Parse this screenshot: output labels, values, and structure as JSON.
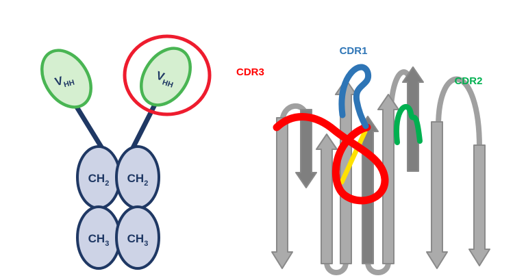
{
  "colors": {
    "navy": "#1f3864",
    "vhh_fill": "#d5efd0",
    "ch_fill": "#cdd3e6",
    "highlight_red": "#ee1c2e",
    "cdr1": "#2e75b6",
    "cdr2": "#00b050",
    "cdr3": "#ff0000",
    "disulfide": "#ffe100",
    "strand_light": "#ababab",
    "strand_dark": "#7f7f7f",
    "loop_gray": "#a0a0a0"
  },
  "antibody": {
    "vhh": {
      "main": "V",
      "sub": "HH"
    },
    "ch2": {
      "main": "CH",
      "sub": "2"
    },
    "ch3": {
      "main": "CH",
      "sub": "3"
    }
  },
  "topology": {
    "cdr1_label": "CDR1",
    "cdr2_label": "CDR2",
    "cdr3_label": "CDR3"
  }
}
